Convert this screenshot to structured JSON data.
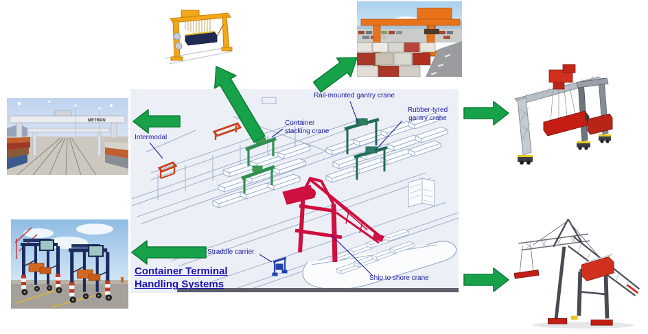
{
  "diagram": {
    "title": {
      "line1": "Container Terminal",
      "line2": "Handling Systems"
    },
    "labels": {
      "rail_mounted": "Rail-mounted gantry crane",
      "rubber_tyred": {
        "line1": "Rubber-tyred",
        "line2": "gantry crane"
      },
      "container_stacking": {
        "line1": "Container",
        "line2": "stacking crane"
      },
      "intermodal": "Intermodal",
      "straddle_carrier": "Straddle carrier",
      "ship_to_shore": "Ship to shore crane"
    },
    "colors": {
      "background": "#EDEFF7",
      "label_text": "#1C1C9E",
      "title_text": "#1A12B2",
      "line_art": "#9AAECB",
      "ship_to_shore_crane": "#CE0F3F",
      "stacking_crane": "#2F8F4F",
      "rail_gantry_teal": "#1F6B55",
      "intermodal_crane": "#C8441C",
      "straddle_carrier_blue": "#2244AA"
    }
  },
  "arrows": {
    "fill": "#17A24A",
    "border": "#0C7E36",
    "count": 6
  },
  "photos": {
    "intermodal_yard": {
      "crane_text": "METRAN"
    }
  }
}
